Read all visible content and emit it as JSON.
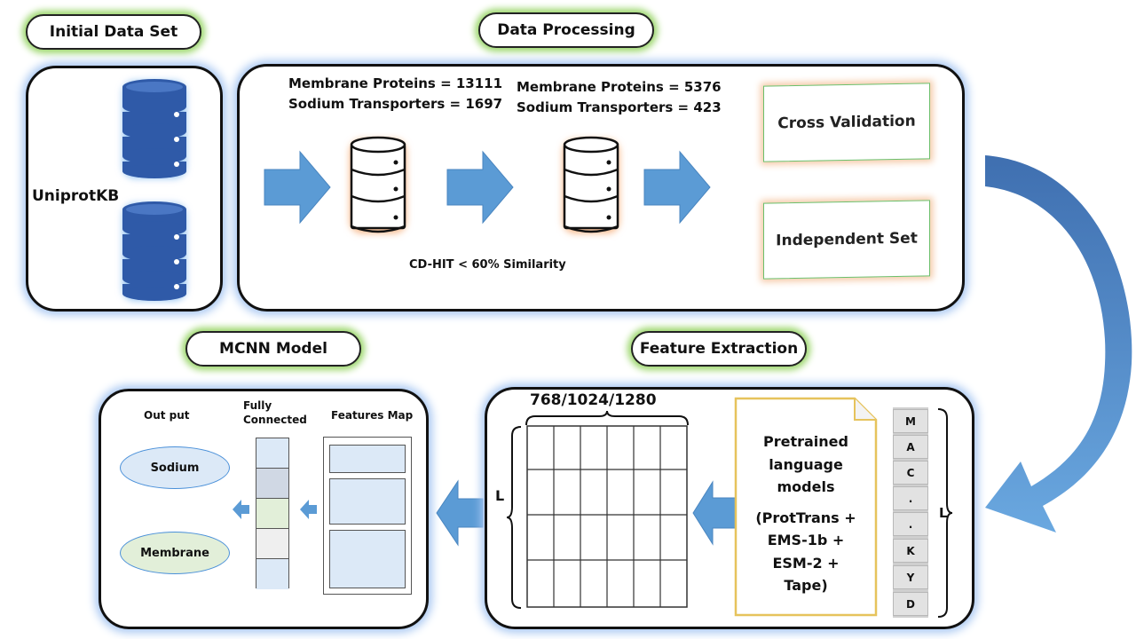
{
  "headers": {
    "initial": "Initial Data Set",
    "processing": "Data Processing",
    "mcnn": "MCNN Model",
    "feature": "Feature Extraction"
  },
  "initial_panel": {
    "source": "UniprotKB"
  },
  "processing_panel": {
    "stage1_line1": "Membrane Proteins = 13111",
    "stage1_line2": "Sodium Transporters = 1697",
    "stage2_line1": "Membrane Proteins = 5376",
    "stage2_line2": "Sodium Transporters = 423",
    "filter": "CD-HIT < 60% Similarity",
    "cross_validation": "Cross Validation",
    "independent_set": "Independent Set"
  },
  "feature_panel": {
    "dims": "768/1024/1280",
    "length_label": "L",
    "plm_lines": [
      "Pretrained",
      "language",
      "models",
      "(ProtTrans +",
      "EMS-1b +",
      "ESM-2 +",
      "Tape)"
    ],
    "sequence": [
      "M",
      "A",
      "C",
      ".",
      ".",
      "K",
      "Y",
      "D"
    ],
    "seq_length_label": "L"
  },
  "mcnn_panel": {
    "output_label": "Out put",
    "fc_label_1": "Fully",
    "fc_label_2": "Connected",
    "fmap_label": "Features Map",
    "class_sodium": "Sodium",
    "class_membrane": "Membrane"
  },
  "colors": {
    "arrow_blue": "#5b9bd5",
    "db_blue": "#2f5aa8",
    "db_orange_glow": "#f4b183",
    "header_glow": "#9ad66a",
    "panel_glow": "#a9c8f2",
    "sodium_fill": "#dce9f7",
    "membrane_fill": "#e2efd9"
  }
}
